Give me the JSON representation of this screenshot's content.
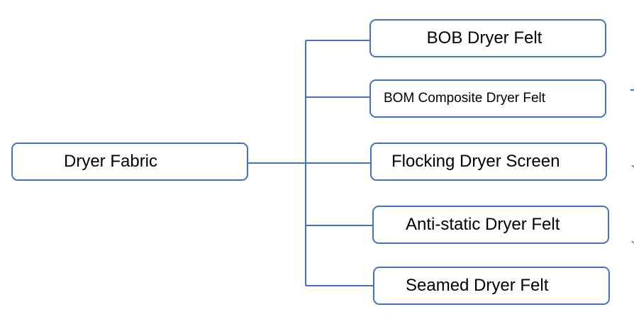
{
  "diagram": {
    "root": {
      "label": "Dryer Fabric"
    },
    "children": [
      {
        "label": "BOB Dryer Felt"
      },
      {
        "label": "BOM Composite Dryer Felt"
      },
      {
        "label": "Flocking Dryer Screen"
      },
      {
        "label": "Anti-static Dryer Felt"
      },
      {
        "label": "Seamed Dryer Felt"
      }
    ]
  },
  "colors": {
    "box_border": "#4472c4",
    "connector": "#4472c4",
    "text": "#000000",
    "background": "#ffffff"
  }
}
